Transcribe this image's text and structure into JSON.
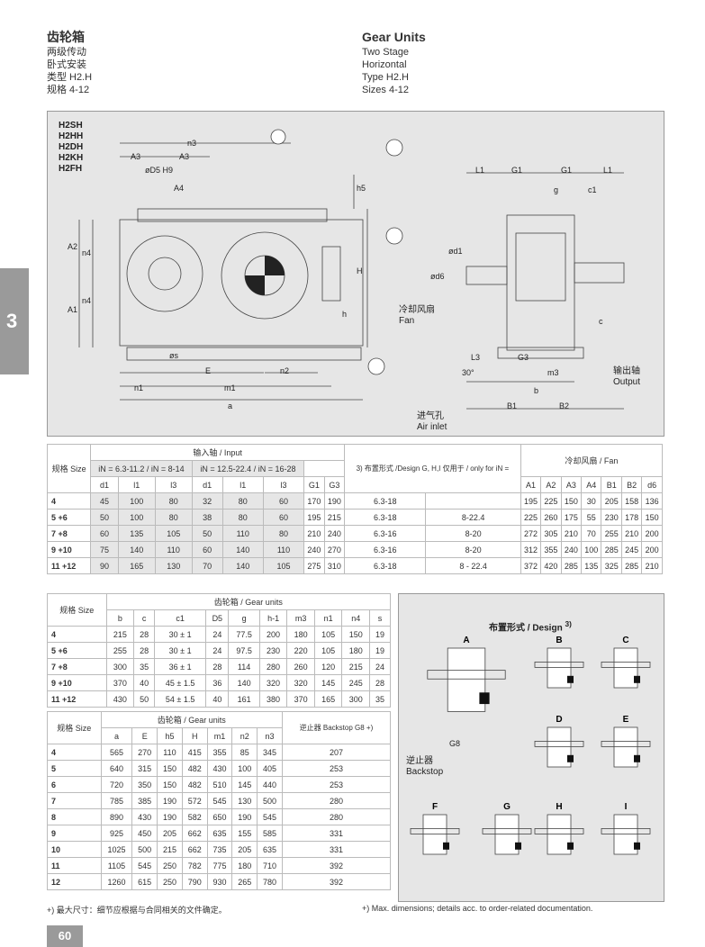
{
  "header": {
    "left": [
      "齿轮箱",
      "两级传动",
      "卧式安装",
      "类型 H2.H",
      "规格 4-12"
    ],
    "right": [
      "Gear Units",
      "Two Stage",
      "Horizontal",
      "Type H2.H",
      "Sizes 4-12"
    ]
  },
  "section_tab": "3",
  "drawing": {
    "variants": [
      "H2SH",
      "H2HH",
      "H2DH",
      "H2KH",
      "H2FH"
    ],
    "labels": {
      "n3": "n3",
      "A3a": "A3",
      "A3b": "A3",
      "dS": "øD5 H9",
      "A4": "A4",
      "A2": "A2",
      "n4a": "n4",
      "n4b": "n4",
      "A1": "A1",
      "h5": "h5",
      "H": "H",
      "h": "h",
      "s": "øs",
      "E": "E",
      "n2": "n2",
      "n1": "n1",
      "m1": "m1",
      "a": "a",
      "L1a": "L1",
      "G1a": "G1",
      "G1b": "G1",
      "L1b": "L1",
      "g": "g",
      "c1": "c1",
      "d1": "ød1",
      "d6": "ød6",
      "c": "c",
      "L3": "L3",
      "G3": "G3",
      "m3": "m3",
      "b": "b",
      "B1": "B1",
      "B2": "B2",
      "angle": "30°",
      "fan_cn": "冷却风扇",
      "fan_en": "Fan",
      "out_cn": "输出轴",
      "out_en": "Output",
      "air_cn": "进气孔",
      "air_en": "Air inlet"
    }
  },
  "table1": {
    "size_header": [
      "规格",
      "Size"
    ],
    "input_header": "输入轴 / Input",
    "ratio1": "iN = 6.3-11.2",
    "ratio1b": "iN = 8-14",
    "ratio2": "iN = 12.5-22.4",
    "ratio2b": "iN = 16-28",
    "design_header": [
      "3)",
      "布置形式 /Design",
      "G, H,I",
      "仅用于 / only for",
      "iN ="
    ],
    "fan_header": "冷却风扇 / Fan",
    "cols": [
      "d1",
      "l1",
      "l3",
      "d1",
      "l1",
      "l3",
      "G1",
      "G3",
      "",
      "",
      "A1",
      "A2",
      "A3",
      "A4",
      "B1",
      "B2",
      "d6"
    ],
    "rows": [
      [
        "4",
        "45",
        "100",
        "80",
        "32",
        "80",
        "60",
        "170",
        "190",
        "6.3-18",
        "",
        "195",
        "225",
        "150",
        "30",
        "205",
        "158",
        "136"
      ],
      [
        "5 +6",
        "50",
        "100",
        "80",
        "38",
        "80",
        "60",
        "195",
        "215",
        "6.3-18",
        "8-22.4",
        "225",
        "260",
        "175",
        "55",
        "230",
        "178",
        "150"
      ],
      [
        "7 +8",
        "60",
        "135",
        "105",
        "50",
        "110",
        "80",
        "210",
        "240",
        "6.3-16",
        "8-20",
        "272",
        "305",
        "210",
        "70",
        "255",
        "210",
        "200"
      ],
      [
        "9 +10",
        "75",
        "140",
        "110",
        "60",
        "140",
        "110",
        "240",
        "270",
        "6.3-16",
        "8-20",
        "312",
        "355",
        "240",
        "100",
        "285",
        "245",
        "200"
      ],
      [
        "11 +12",
        "90",
        "165",
        "130",
        "70",
        "140",
        "105",
        "275",
        "310",
        "6.3-18",
        "8 - 22.4",
        "372",
        "420",
        "285",
        "135",
        "325",
        "285",
        "210"
      ]
    ]
  },
  "table2": {
    "size_header": [
      "规格",
      "Size"
    ],
    "title": "齿轮箱 / Gear units",
    "cols": [
      "b",
      "c",
      "c1",
      "D5",
      "g",
      "h-1",
      "m3",
      "n1",
      "n4",
      "s"
    ],
    "rows": [
      [
        "4",
        "215",
        "28",
        "30 ± 1",
        "24",
        "77.5",
        "200",
        "180",
        "105",
        "150",
        "19"
      ],
      [
        "5 +6",
        "255",
        "28",
        "30 ± 1",
        "24",
        "97.5",
        "230",
        "220",
        "105",
        "180",
        "19"
      ],
      [
        "7 +8",
        "300",
        "35",
        "36 ± 1",
        "28",
        "114",
        "280",
        "260",
        "120",
        "215",
        "24"
      ],
      [
        "9 +10",
        "370",
        "40",
        "45 ± 1.5",
        "36",
        "140",
        "320",
        "320",
        "145",
        "245",
        "28"
      ],
      [
        "11 +12",
        "430",
        "50",
        "54 ± 1.5",
        "40",
        "161",
        "380",
        "370",
        "165",
        "300",
        "35"
      ]
    ]
  },
  "table3": {
    "size_header": [
      "规格",
      "Size"
    ],
    "title": "齿轮箱 / Gear units",
    "backstop": [
      "逆止器",
      "Backstop G8 +)"
    ],
    "cols": [
      "a",
      "E",
      "h5",
      "H",
      "m1",
      "n2",
      "n3"
    ],
    "rows": [
      [
        "4",
        "565",
        "270",
        "110",
        "415",
        "355",
        "85",
        "345",
        "207"
      ],
      [
        "5",
        "640",
        "315",
        "150",
        "482",
        "430",
        "100",
        "405",
        "253"
      ],
      [
        "6",
        "720",
        "350",
        "150",
        "482",
        "510",
        "145",
        "440",
        "253"
      ],
      [
        "7",
        "785",
        "385",
        "190",
        "572",
        "545",
        "130",
        "500",
        "280"
      ],
      [
        "8",
        "890",
        "430",
        "190",
        "582",
        "650",
        "190",
        "545",
        "280"
      ],
      [
        "9",
        "925",
        "450",
        "205",
        "662",
        "635",
        "155",
        "585",
        "331"
      ],
      [
        "10",
        "1025",
        "500",
        "215",
        "662",
        "735",
        "205",
        "635",
        "331"
      ],
      [
        "11",
        "1105",
        "545",
        "250",
        "782",
        "775",
        "180",
        "710",
        "392"
      ],
      [
        "12",
        "1260",
        "615",
        "250",
        "790",
        "930",
        "265",
        "780",
        "392"
      ]
    ]
  },
  "design_box": {
    "title": "布置形式 / Design",
    "sup": "3)",
    "letters": [
      "A",
      "B",
      "C",
      "D",
      "E",
      "F",
      "G",
      "H",
      "I"
    ],
    "g8": "G8",
    "backstop_cn": "逆止器",
    "backstop_en": "Backstop"
  },
  "footer": {
    "left": "+) 最大尺寸：细节应根据与合同相关的文件确定。",
    "right": "+) Max. dimensions; details acc. to order-related documentation."
  },
  "page_number": "60"
}
